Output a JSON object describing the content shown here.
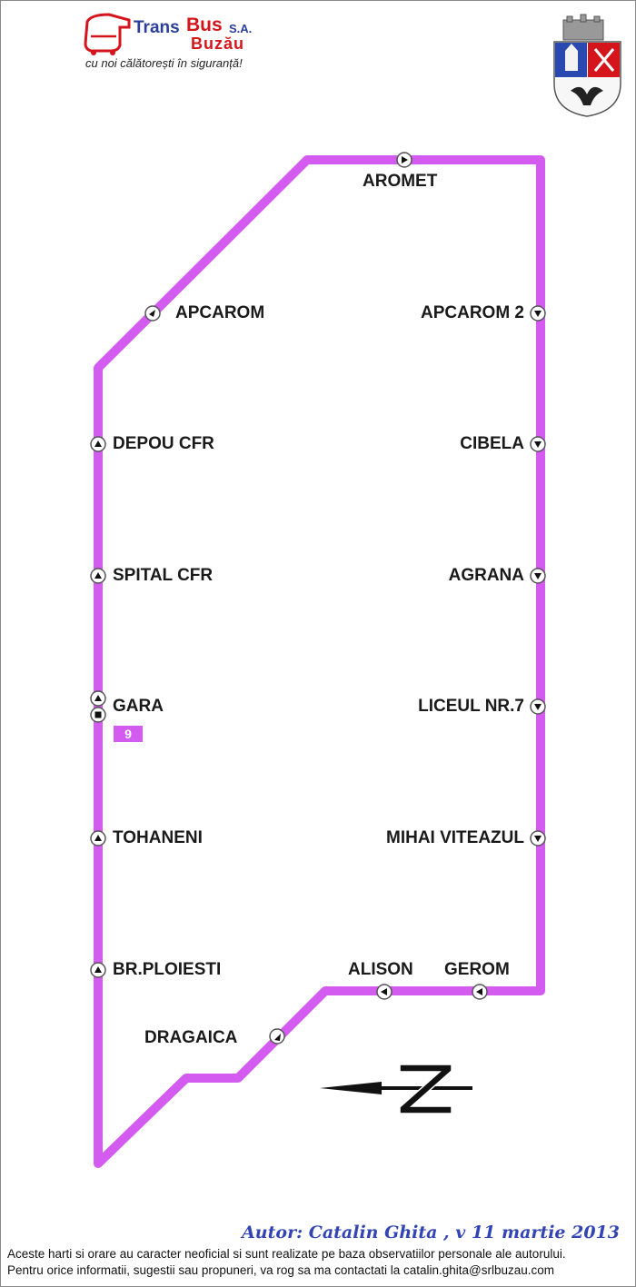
{
  "colors": {
    "route": "#d35bf0",
    "brand_blue": "#2a3f9a",
    "brand_red": "#d4151b",
    "author_blue": "#3345b5"
  },
  "header": {
    "logo_part1": "Trans",
    "logo_part2": "Bus",
    "logo_part3": "Buzău",
    "logo_suffix": "S.A.",
    "slogan": "cu noi călătorești în siguranță!",
    "crest_icon": "city-coat-of-arms-icon"
  },
  "route_number": "9",
  "stops": {
    "aromet": "AROMET",
    "apcarom": "APCAROM",
    "apcarom2": "APCAROM 2",
    "depou_cfr": "DEPOU CFR",
    "cibela": "CIBELA",
    "spital_cfr": "SPITAL CFR",
    "agrana": "AGRANA",
    "gara": "GARA",
    "liceul7": "LICEUL NR.7",
    "tohaneni": "TOHANENI",
    "mihai_viteazul": "MIHAI VITEAZUL",
    "br_ploiesti": "BR.PLOIESTI",
    "alison": "ALISON",
    "gerom": "GEROM",
    "dragaica": "DRAGAICA"
  },
  "compass": {
    "letter": "N",
    "icon": "north-arrow-icon"
  },
  "footer": {
    "author": "Autor: Catalin Ghita , v 11 martie 2013",
    "disclaimer_line1": "Aceste harti si orare au caracter neoficial si sunt realizate pe baza observatiilor personale ale autorului.",
    "disclaimer_line2": "Pentru orice informatii, sugestii sau propuneri, va rog sa ma contactati la catalin.ghita@srlbuzau.com"
  }
}
